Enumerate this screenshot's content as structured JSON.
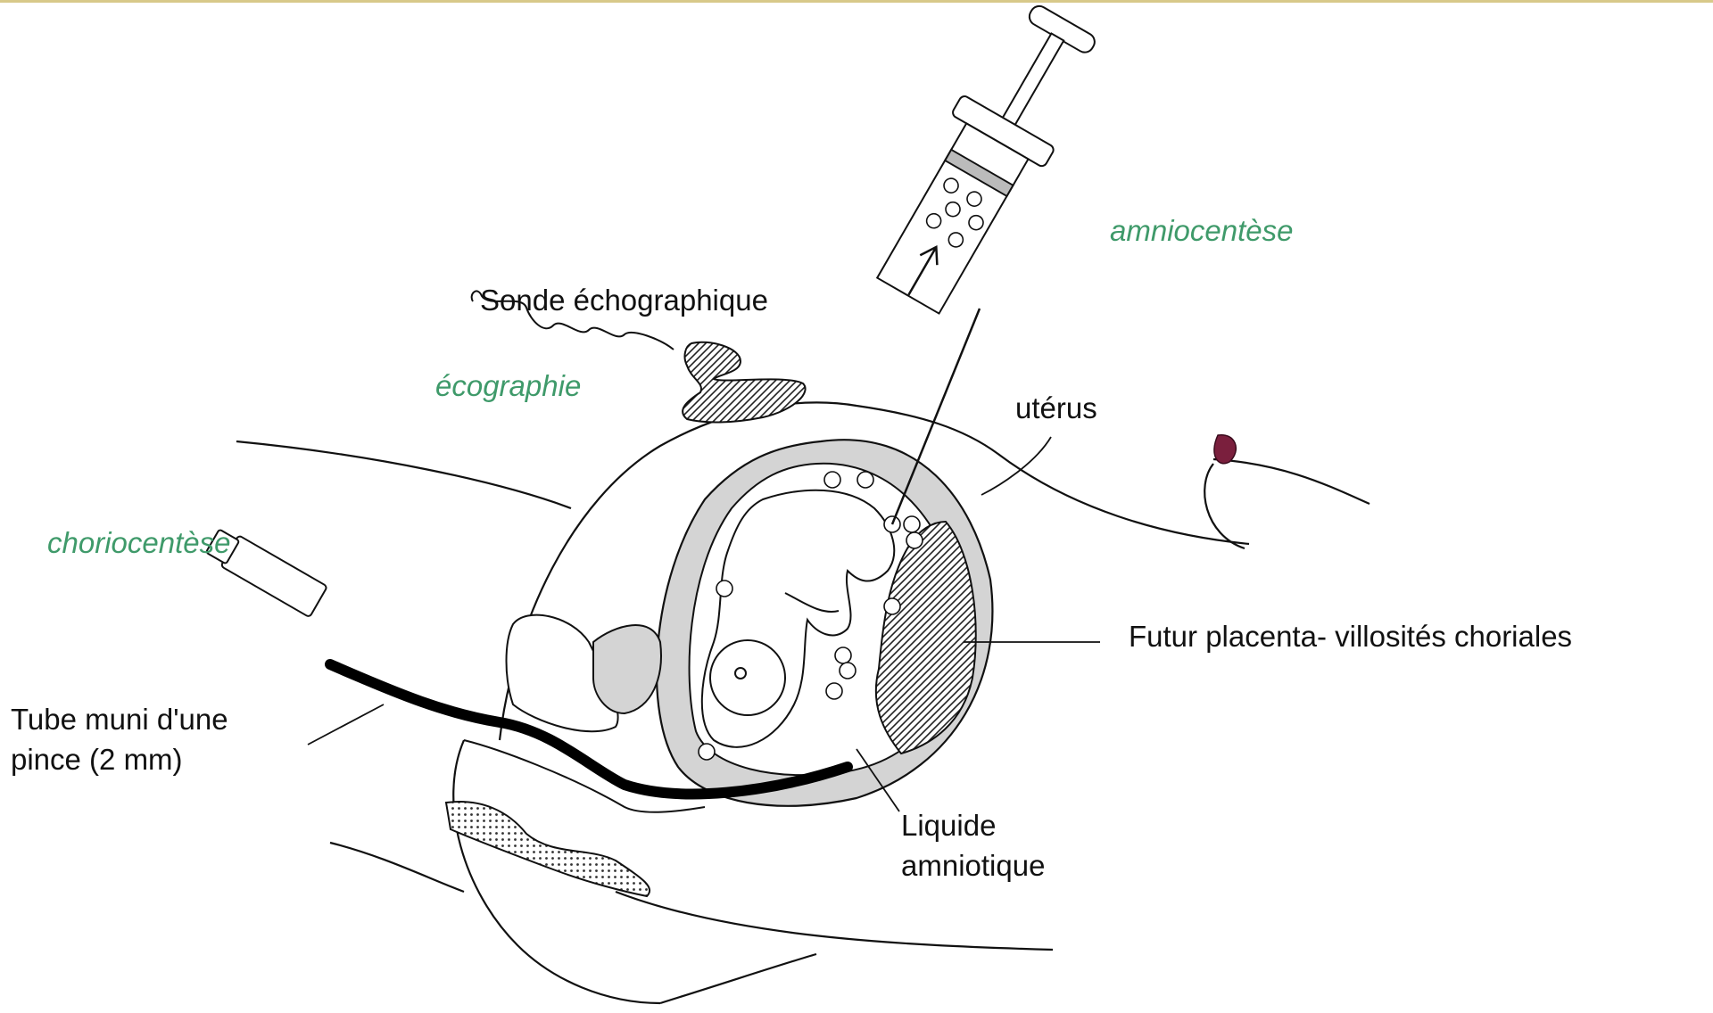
{
  "colors": {
    "technique_label": "#3f9a6a",
    "line": "#111111",
    "fill_gray": "#d4d4d4",
    "tube": "#000000",
    "marker": "#7a1f3d",
    "frame_top": "#d8c98a"
  },
  "labels": {
    "amniocentese": "amniocentèse",
    "sonde": "Sonde échographique",
    "ecographie": "écographie",
    "uterus": "utérus",
    "choriocentese": "choriocentèse",
    "placenta": "Futur placenta- villosités choriales",
    "tube_line1": "Tube muni d'une",
    "tube_line2": "pince (2 mm)",
    "liquide_line1": "Liquide",
    "liquide_line2": "amniotique"
  },
  "icons": {
    "syringe": "syringe-icon",
    "probe": "ultrasound-probe-icon",
    "tube": "biopsy-tube-icon",
    "fetus": "fetus-icon",
    "marker": "navel-marker-icon"
  }
}
